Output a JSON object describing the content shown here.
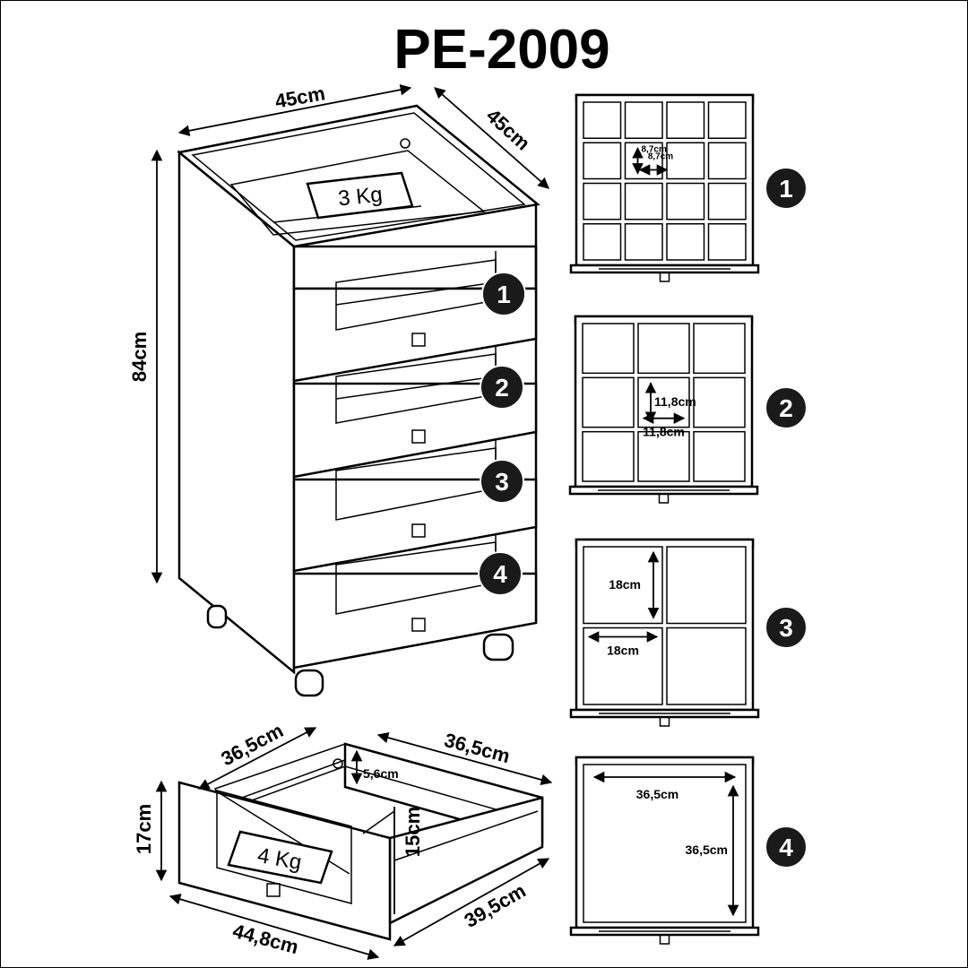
{
  "title": "PE-2009",
  "cabinet": {
    "width": "45cm",
    "depth": "45cm",
    "height": "84cm",
    "top_weight": "3 Kg"
  },
  "drawer": {
    "depth_left": "36,5cm",
    "depth_top": "36,5cm",
    "inner_offset": "5,6cm",
    "height": "17cm",
    "inner_height": "15cm",
    "front_width": "44,8cm",
    "side_length": "39,5cm",
    "weight": "4 Kg"
  },
  "badges": [
    "1",
    "2",
    "3",
    "4"
  ],
  "layouts": [
    {
      "number": "1",
      "rows": 4,
      "cols": 4,
      "cell_height": "8,7cm",
      "cell_width": "8,7cm"
    },
    {
      "number": "2",
      "rows": 3,
      "cols": 3,
      "cell_height": "11,8cm",
      "cell_width": "11,8cm"
    },
    {
      "number": "3",
      "rows": 2,
      "cols": 2,
      "cell_height": "18cm",
      "cell_width": "18cm"
    },
    {
      "number": "4",
      "rows": 1,
      "cols": 1,
      "cell_height": "36,5cm",
      "cell_width": "36,5cm"
    }
  ]
}
